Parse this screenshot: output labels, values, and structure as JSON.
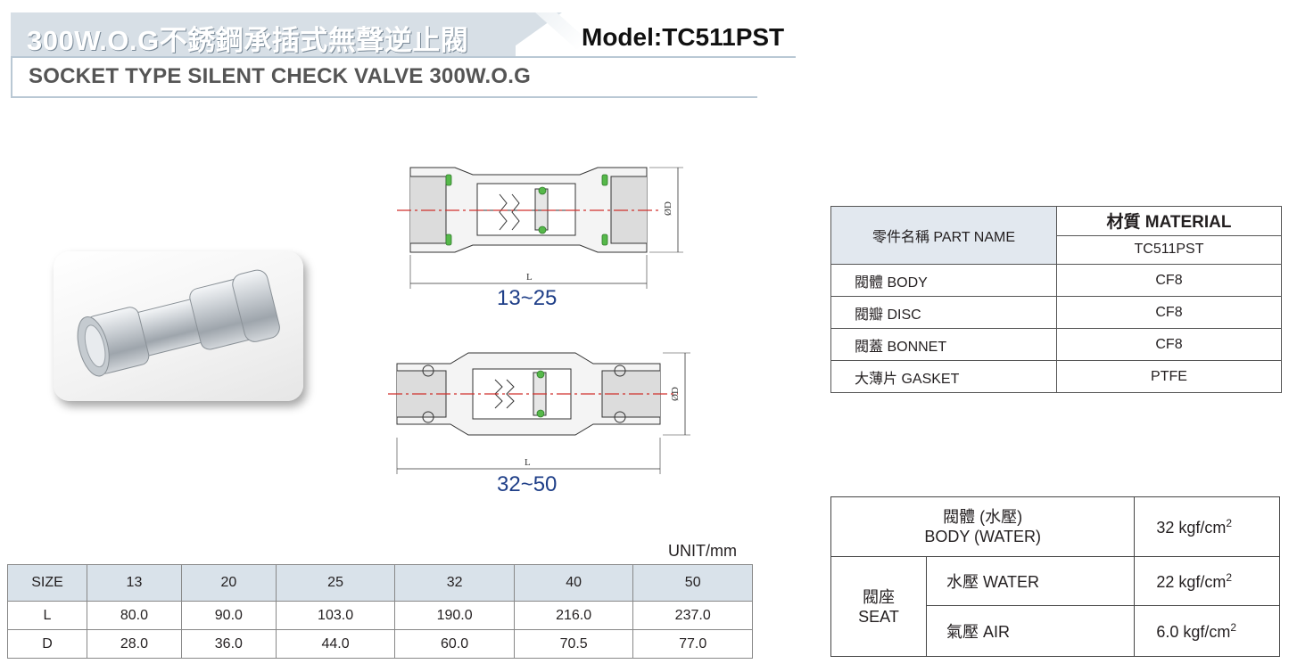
{
  "header": {
    "title_zh": "300W.O.G不銹鋼承插式無聲逆止閥",
    "model": "Model:TC511PST",
    "subtitle": "SOCKET TYPE SILENT CHECK VALVE 300W.O.G"
  },
  "drawings": {
    "small_range": "13~25",
    "large_range": "32~50",
    "dim_length": "L",
    "dim_diameter": "ØD"
  },
  "material_table": {
    "part_name_header": "零件名稱 PART NAME",
    "material_header": "材質 MATERIAL",
    "model_header": "TC511PST",
    "rows": [
      {
        "part": "閥體  BODY",
        "material": "CF8"
      },
      {
        "part": "閥瓣  DISC",
        "material": "CF8"
      },
      {
        "part": "閥蓋  BONNET",
        "material": "CF8"
      },
      {
        "part": "大薄片  GASKET",
        "material": "PTFE"
      }
    ]
  },
  "size_table": {
    "unit": "UNIT/mm",
    "header": [
      "SIZE",
      "13",
      "20",
      "25",
      "32",
      "40",
      "50"
    ],
    "rows": [
      [
        "L",
        "80.0",
        "90.0",
        "103.0",
        "190.0",
        "216.0",
        "237.0"
      ],
      [
        "D",
        "28.0",
        "36.0",
        "44.0",
        "60.0",
        "70.5",
        "77.0"
      ]
    ]
  },
  "pressure_table": {
    "body_zh": "閥體 (水壓)",
    "body_en": "BODY (WATER)",
    "body_value": "32 kgf/cm",
    "seat_zh": "閥座",
    "seat_en": "SEAT",
    "water_label": "水壓  WATER",
    "water_value": "22 kgf/cm",
    "air_label": "氣壓  AIR",
    "air_value": "6.0 kgf/cm",
    "unit_exp": "2"
  }
}
